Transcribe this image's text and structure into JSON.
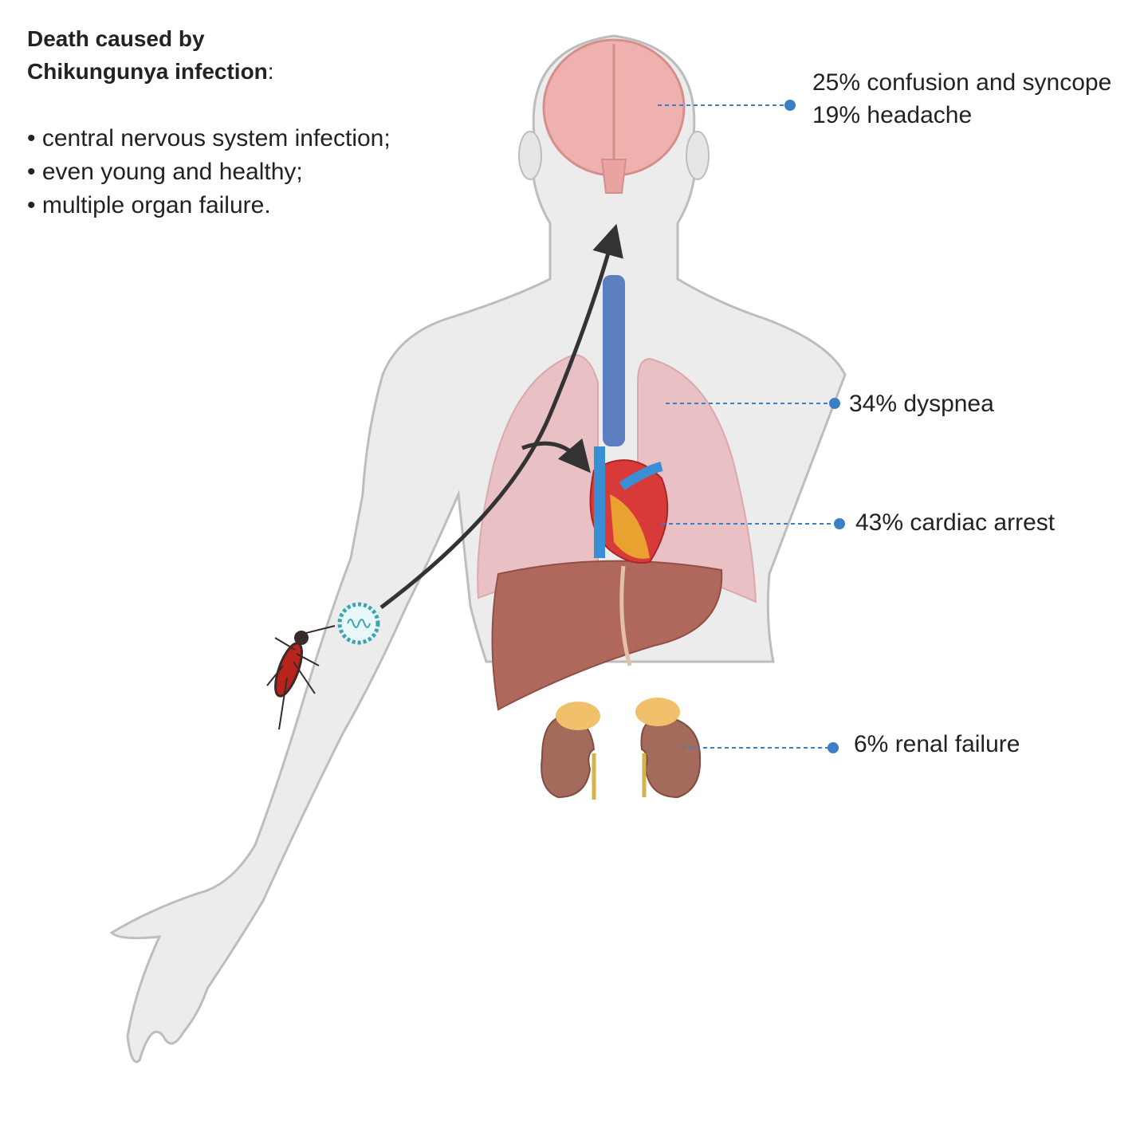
{
  "title": {
    "line1": "Death caused by",
    "line2": "Chikungunya infection",
    "colon": ":"
  },
  "bullets": [
    "• central nervous system infection;",
    "• even young and healthy;",
    "• multiple organ failure."
  ],
  "labels": {
    "brain_1": "25% confusion and syncope",
    "brain_2": "19% headache",
    "lungs": "34% dyspnea",
    "heart": "43% cardiac arrest",
    "kidneys": "6% renal failure"
  },
  "colors": {
    "leader": "#3b7fc4",
    "arrow": "#333333",
    "body": "#ececec"
  }
}
